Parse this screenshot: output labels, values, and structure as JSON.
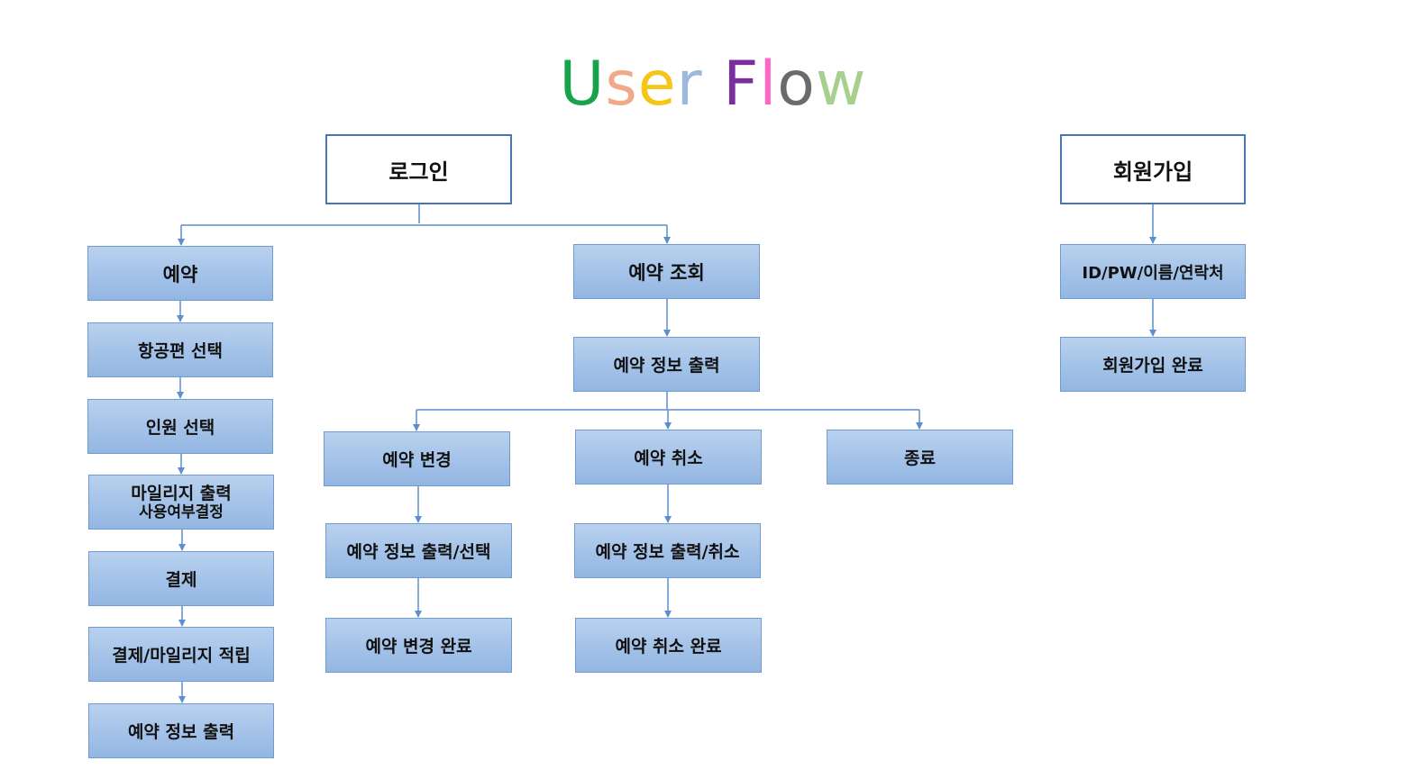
{
  "title": {
    "letters": [
      {
        "ch": "U",
        "color": "#16a34a"
      },
      {
        "ch": "s",
        "color": "#f2a98a"
      },
      {
        "ch": "e",
        "color": "#f5c518"
      },
      {
        "ch": "r",
        "color": "#9db7dd"
      },
      {
        "ch": " ",
        "color": "#ffffff"
      },
      {
        "ch": "F",
        "color": "#7b2f9e"
      },
      {
        "ch": "l",
        "color": "#ff66c4"
      },
      {
        "ch": "o",
        "color": "#6b6b6b"
      },
      {
        "ch": "w",
        "color": "#a8d08d"
      }
    ]
  },
  "colors": {
    "connector": "#5b8fd0",
    "box_border": "#6f9bd1",
    "root_border": "#4a76b3"
  },
  "nodes": {
    "login": "로그인",
    "signup": "회원가입",
    "reserve": "예약",
    "flight_select": "항공편 선택",
    "people_select": "인원 선택",
    "mileage_line1": "마일리지 출력",
    "mileage_line2": "사용여부결정",
    "payment": "결제",
    "payment_mileage": "결제/마일리지 적립",
    "reserve_info_print": "예약 정보 출력",
    "reserve_lookup": "예약 조회",
    "lookup_info_print": "예약 정보 출력",
    "reserve_change": "예약 변경",
    "reserve_cancel": "예약 취소",
    "exit": "종료",
    "change_info_select": "예약 정보 출력/선택",
    "cancel_info_cancel": "예약 정보 출력/취소",
    "change_done": "예약 변경 완료",
    "cancel_done": "예약 취소 완료",
    "signup_fields": "ID/PW/이름/연락처",
    "signup_done": "회원가입 완료"
  }
}
